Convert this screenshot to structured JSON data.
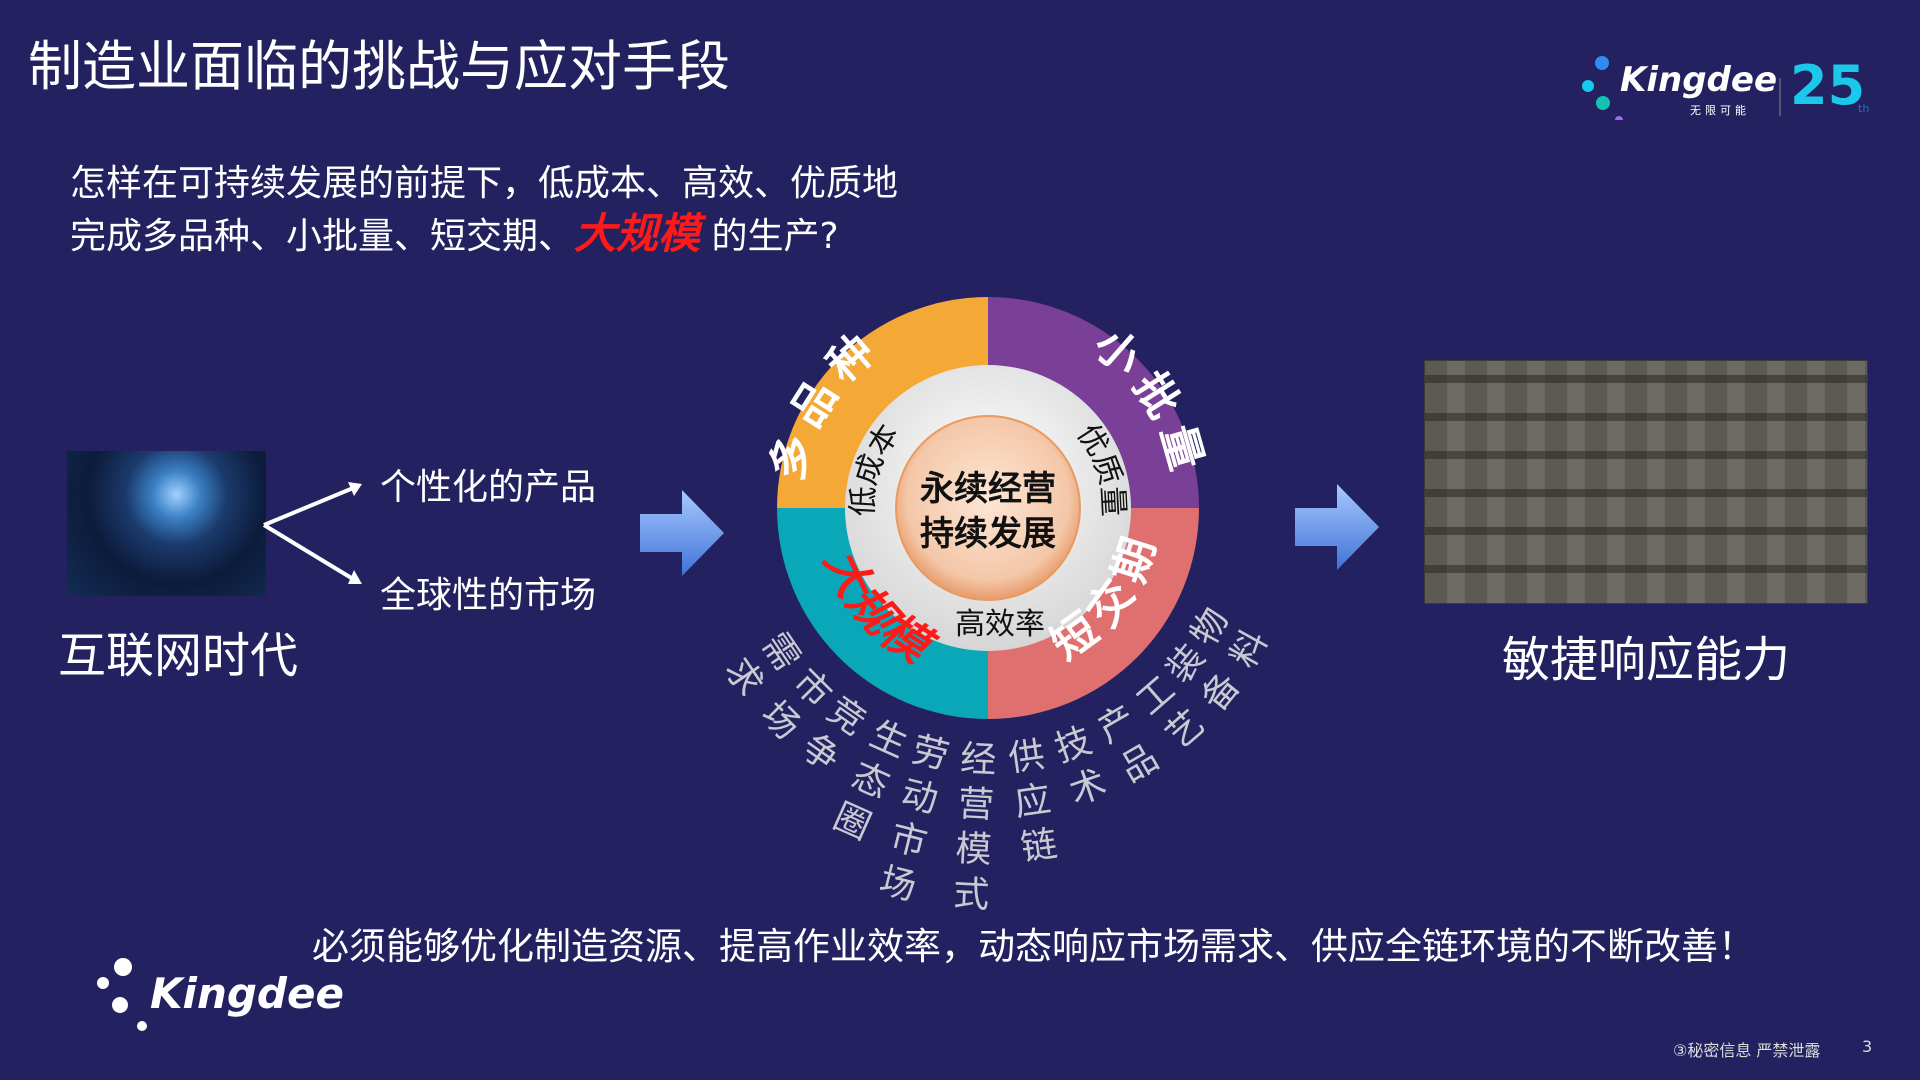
{
  "title": "制造业面临的挑战与应对手段",
  "question": {
    "line1": "怎样在可持续发展的前提下，低成本、高效、优质地",
    "line2_prefix": "完成多品种、小批量、短交期、",
    "line2_highlight": "大规模",
    "line2_suffix": " 的生产?"
  },
  "left": {
    "era": "互联网时代",
    "items": [
      "个性化的产品",
      "全球性的市场"
    ]
  },
  "wheel": {
    "outer": [
      {
        "label": "多品种",
        "color": "#f4a836"
      },
      {
        "label": "小批量",
        "color": "#7a3f97"
      },
      {
        "label": "短交期",
        "color": "#e07070"
      },
      {
        "label": "大规模",
        "color": "#0aa7b8"
      }
    ],
    "inner": [
      "低成本",
      "优质量",
      "高效率"
    ],
    "center": [
      "永续经营",
      "持续发展"
    ],
    "highlight_color": "#ff1a1a"
  },
  "factors": [
    "需求",
    "市场",
    "竞争",
    "生态圈",
    "劳动市场",
    "经营模式",
    "供应链",
    "技术",
    "产品",
    "工艺",
    "装备",
    "物料"
  ],
  "right": {
    "result": "敏捷响应能力"
  },
  "bottom_message": "必须能够优化制造资源、提高作业效率，动态响应市场需求、供应全链环境的不断改善！",
  "logo": {
    "brand": "Kingdee",
    "slogan": "无限可能",
    "anniversary": "25",
    "anniversary_suffix": "th"
  },
  "footer": {
    "confidential": "③秘密信息 严禁泄露",
    "page": "3"
  }
}
